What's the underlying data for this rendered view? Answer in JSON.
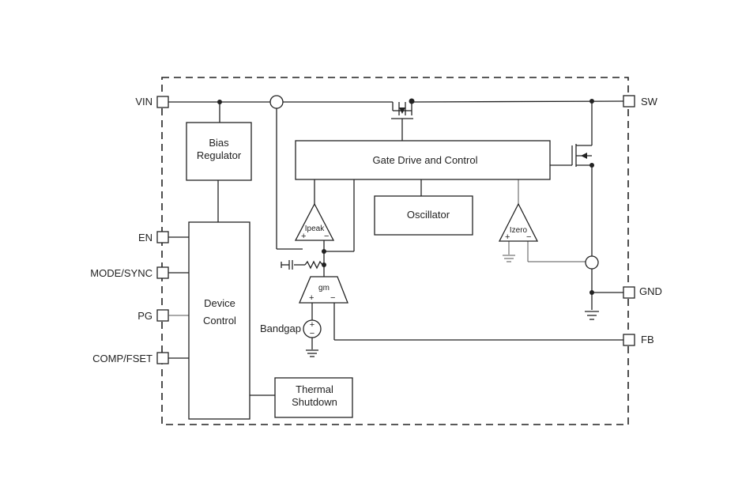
{
  "pins": {
    "vin": "VIN",
    "sw": "SW",
    "en": "EN",
    "mode_sync": "MODE/SYNC",
    "pg": "PG",
    "comp_fset": "COMP/FSET",
    "gnd": "GND",
    "fb": "FB"
  },
  "blocks": {
    "bias_regulator": [
      "Bias",
      "Regulator"
    ],
    "gate_drive": "Gate Drive and Control",
    "oscillator": "Oscillator",
    "device_control": [
      "Device",
      "Control"
    ],
    "thermal_shutdown": [
      "Thermal",
      "Shutdown"
    ]
  },
  "amplifiers": {
    "ipeak": "Ipeak",
    "izero": "Izero",
    "gm": "gm"
  },
  "sources": {
    "bandgap": "Bandgap"
  },
  "signs": {
    "plus": "+",
    "minus": "−"
  },
  "colors": {
    "line": "#222222",
    "background": "#ffffff"
  }
}
